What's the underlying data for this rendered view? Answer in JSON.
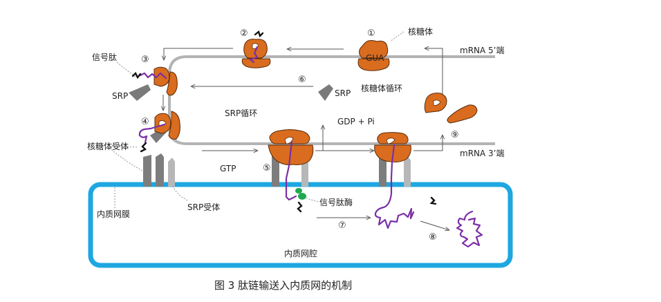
{
  "labels": {
    "ribosome": "核糖体",
    "mrna_5": "mRNA 5’端",
    "mrna_3": "mRNA 3’端",
    "signal_peptide": "信号肽",
    "srp_left": "SRP",
    "srp_right": "SRP",
    "ribosome_cycle": "核糖体循环",
    "srp_cycle": "SRP循环",
    "gdp_pi": "GDP + Pi",
    "ribosome_receptor": "核糖体受体",
    "gtp": "GTP",
    "srp_receptor": "SRP受体",
    "er_membrane": "内质网膜",
    "signal_peptidase": "信号肽酶",
    "er_lumen": "内质网腔",
    "start_codon": "GUA"
  },
  "steps": [
    "①",
    "②",
    "③",
    "④",
    "⑤",
    "⑥",
    "⑦",
    "⑧",
    "⑨"
  ],
  "caption": "图 3  肽链输送入内质网的机制",
  "colors": {
    "ribosome": "#d96c1e",
    "peptide": "#7b2fa6",
    "membrane": "#1ea7e1",
    "srp": "#7a7a7a",
    "mrna": "#b3b3b3",
    "signal_peptidase": "#1fa84f"
  }
}
